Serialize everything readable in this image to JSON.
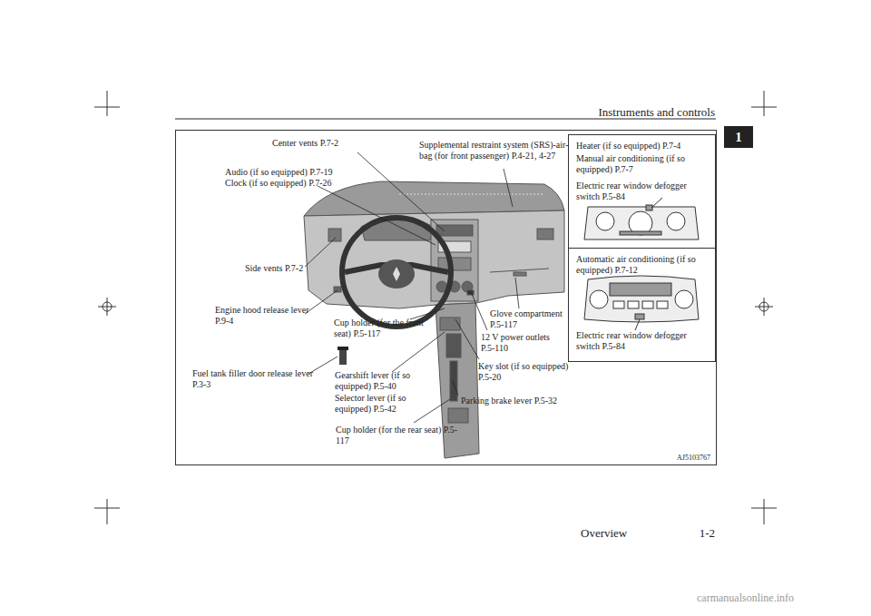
{
  "diagram": {
    "nodes": [
      {
        "text": [
          "Heater (if so equipped) P.7-4",
          "Manual air conditioning (if so equipped) P.7-7",
          "Electric rear window defogger switch P.5-84"
        ]
      },
      {
        "text": [
          "Automatic air conditioning (if so equipped) P.7-12",
          "Electric rear window defogger switch P.5-84"
        ]
      }
    ],
    "labels": [
      "Instruments and controls",
      "1",
      "Overview",
      "1-2",
      "Center vents P.7-2",
      "Supplemental restraint system (SRS)-air-bag (for front passenger) P.4-21, 4-27",
      "Audio (if so equipped) P.7-19",
      "Clock (if so equipped) P.7-26",
      "Side vents P.7-2",
      "Engine hood release lever P.9-4",
      "Cup holder (for the front seat) P.5-117",
      "Glove compartment P.5-117",
      "12 V power outlets P.5-110",
      "Key slot (if so equipped) P.5-20",
      "Fuel tank filler door release lever P.3-3",
      "Gearshift lever (if so equipped) P.5-40",
      "Selector lever (if so equipped) P.5-42",
      "Parking brake lever P.5-32",
      "Cup holder (for the rear seat) P.5-117",
      "AJ5103767",
      "carmanualsonline.info"
    ]
  }
}
